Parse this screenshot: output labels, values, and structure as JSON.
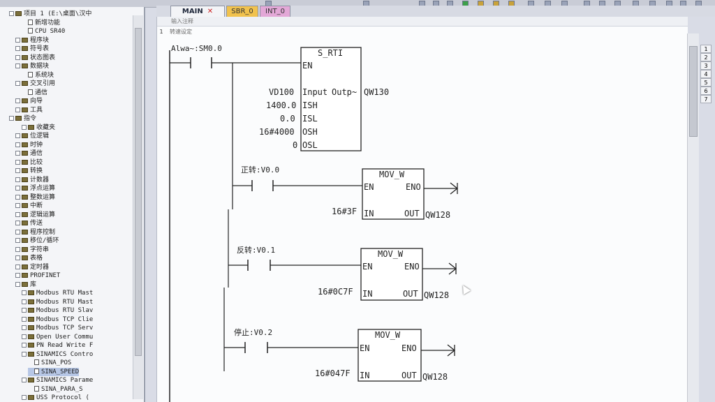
{
  "tabs": [
    {
      "label": "MAIN",
      "close": "✕"
    },
    {
      "label": "SBR_0"
    },
    {
      "label": "INT_0"
    }
  ],
  "tree": {
    "items": [
      {
        "label": "项目 1 (E:\\桌面\\汉中",
        "indent": 1,
        "kind": "root"
      },
      {
        "label": "新增功能",
        "indent": 3,
        "kind": "doc"
      },
      {
        "label": "CPU SR40",
        "indent": 3,
        "kind": "doc"
      },
      {
        "label": "程序块",
        "indent": 2,
        "kind": "folder"
      },
      {
        "label": "符号表",
        "indent": 2,
        "kind": "folder"
      },
      {
        "label": "状态图表",
        "indent": 2,
        "kind": "folder"
      },
      {
        "label": "数据块",
        "indent": 2,
        "kind": "folder"
      },
      {
        "label": "系统块",
        "indent": 3,
        "kind": "doc"
      },
      {
        "label": "交叉引用",
        "indent": 2,
        "kind": "folder"
      },
      {
        "label": "通信",
        "indent": 3,
        "kind": "doc"
      },
      {
        "label": "向导",
        "indent": 2,
        "kind": "folder"
      },
      {
        "label": "工具",
        "indent": 2,
        "kind": "folder"
      },
      {
        "label": "指令",
        "indent": 1,
        "kind": "root"
      },
      {
        "label": "收藏夹",
        "indent": 3,
        "kind": "folder"
      },
      {
        "label": "位逻辑",
        "indent": 2,
        "kind": "folder"
      },
      {
        "label": "时钟",
        "indent": 2,
        "kind": "folder"
      },
      {
        "label": "通信",
        "indent": 2,
        "kind": "folder"
      },
      {
        "label": "比较",
        "indent": 2,
        "kind": "folder"
      },
      {
        "label": "转换",
        "indent": 2,
        "kind": "folder"
      },
      {
        "label": "计数器",
        "indent": 2,
        "kind": "folder"
      },
      {
        "label": "浮点运算",
        "indent": 2,
        "kind": "folder"
      },
      {
        "label": "整数运算",
        "indent": 2,
        "kind": "folder"
      },
      {
        "label": "中断",
        "indent": 2,
        "kind": "folder"
      },
      {
        "label": "逻辑运算",
        "indent": 2,
        "kind": "folder"
      },
      {
        "label": "传送",
        "indent": 2,
        "kind": "folder"
      },
      {
        "label": "程序控制",
        "indent": 2,
        "kind": "folder"
      },
      {
        "label": "移位/循环",
        "indent": 2,
        "kind": "folder"
      },
      {
        "label": "字符串",
        "indent": 2,
        "kind": "folder"
      },
      {
        "label": "表格",
        "indent": 2,
        "kind": "folder"
      },
      {
        "label": "定时器",
        "indent": 2,
        "kind": "folder"
      },
      {
        "label": "PROFINET",
        "indent": 2,
        "kind": "folder"
      },
      {
        "label": "库",
        "indent": 2,
        "kind": "folder"
      },
      {
        "label": "Modbus RTU Mast",
        "indent": 3,
        "kind": "folder"
      },
      {
        "label": "Modbus RTU Mast",
        "indent": 3,
        "kind": "folder"
      },
      {
        "label": "Modbus RTU Slav",
        "indent": 3,
        "kind": "folder"
      },
      {
        "label": "Modbus TCP Clie",
        "indent": 3,
        "kind": "folder"
      },
      {
        "label": "Modbus TCP Serv",
        "indent": 3,
        "kind": "folder"
      },
      {
        "label": "Open User Commu",
        "indent": 3,
        "kind": "folder"
      },
      {
        "label": "PN Read Write F",
        "indent": 3,
        "kind": "folder"
      },
      {
        "label": "SINAMICS Contro",
        "indent": 3,
        "kind": "folder"
      },
      {
        "label": "SINA_POS",
        "indent": 4,
        "kind": "doc"
      },
      {
        "label": "SINA_SPEED",
        "indent": 4,
        "kind": "doc",
        "selected": true
      },
      {
        "label": "SINAMICS Parame",
        "indent": 3,
        "kind": "folder"
      },
      {
        "label": "SINA_PARA_S",
        "indent": 4,
        "kind": "doc"
      },
      {
        "label": "USS Protocol (",
        "indent": 3,
        "kind": "folder"
      }
    ]
  },
  "editor": {
    "comment_placeholder": "输入注释",
    "network_number": "1",
    "network_title": "转速设定",
    "contact_main": "Alwa~:SM0.0",
    "sc": {
      "title": "S_RTI",
      "en": "EN",
      "in_label": "Input",
      "out_label": "Outp~",
      "in_value": "VD100",
      "out_value": "QW130",
      "ish_label": "ISH",
      "ish_value": "1400.0",
      "isl_label": "ISL",
      "isl_value": "0.0",
      "osh_label": "OSH",
      "osh_value": "16#4000",
      "osl_label": "OSL",
      "osl_value": "0"
    },
    "branches": [
      {
        "contact": "正转:V0.0",
        "title": "MOV_W",
        "en": "EN",
        "eno": "ENO",
        "in_label": "IN",
        "in_value": "16#3F",
        "out_label": "OUT",
        "out_value": "QW128"
      },
      {
        "contact": "反转:V0.1",
        "title": "MOV_W",
        "en": "EN",
        "eno": "ENO",
        "in_label": "IN",
        "in_value": "16#0C7F",
        "out_label": "OUT",
        "out_value": "QW128"
      },
      {
        "contact": "停止:V0.2",
        "title": "MOV_W",
        "en": "EN",
        "eno": "ENO",
        "in_label": "IN",
        "in_value": "16#047F",
        "out_label": "OUT",
        "out_value": "QW128"
      }
    ]
  },
  "network_numbers": [
    "1",
    "2",
    "3",
    "4",
    "5",
    "6",
    "7"
  ]
}
